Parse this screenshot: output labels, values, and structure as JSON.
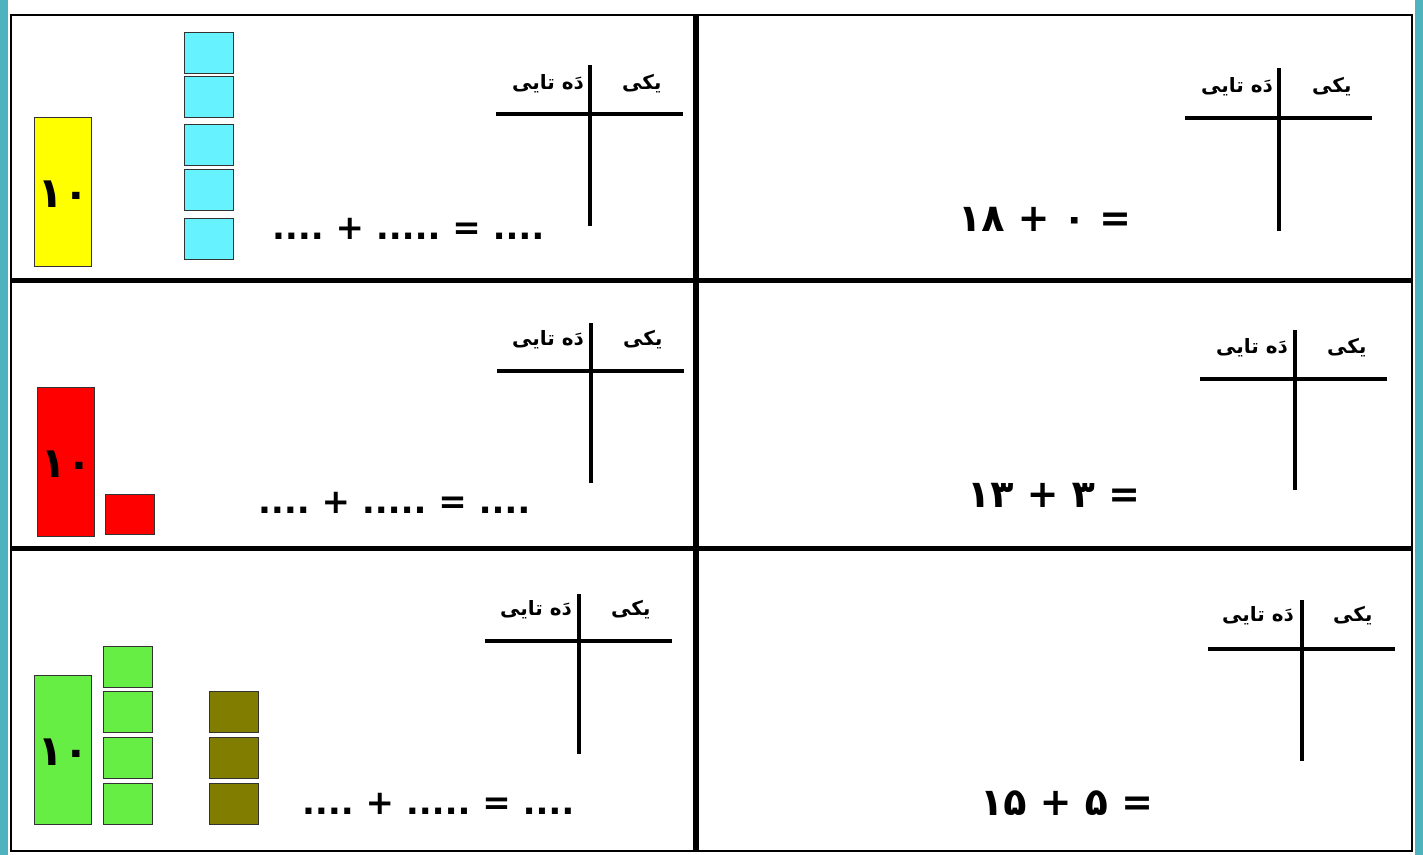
{
  "worksheet": {
    "label_ones": "یکی",
    "label_tens": "دَه تایی",
    "blank_equation": ".... + ..... = ....",
    "rod_label": "۱۰",
    "colors": {
      "frame": "#4fb3bf",
      "yellow": "#ffff00",
      "cyan": "#66f2ff",
      "red": "#ff0000",
      "green": "#66ee44",
      "olive": "#807d00"
    },
    "rows": [
      {
        "sum": "۱۸ + ۰ ="
      },
      {
        "sum": "۱۳ + ۳ ="
      },
      {
        "sum": "۱۵ + ۵ ="
      }
    ]
  }
}
